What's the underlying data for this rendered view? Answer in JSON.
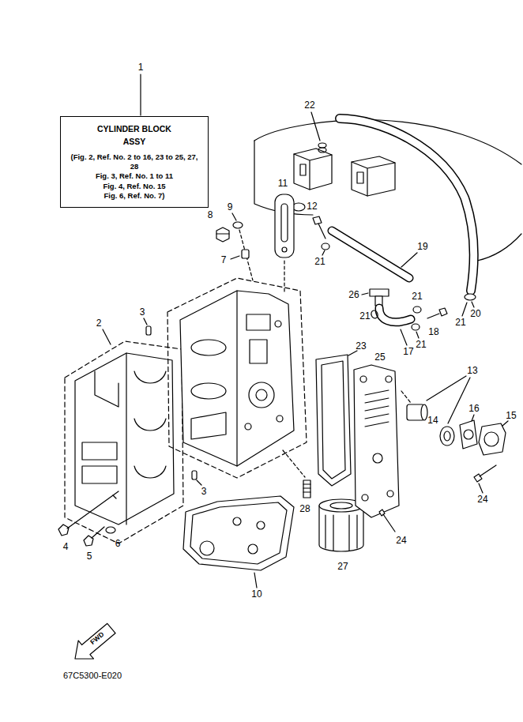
{
  "diagram": {
    "nodes": [
      {
        "text": [
          "CYLINDER BLOCK ASSY",
          "(Fig. 2, Ref. No. 2 to 16, 23 to 25, 27, 28",
          "Fig. 3, Ref. No. 1 to 11",
          "Fig. 4, Ref. No. 15",
          "Fig. 6, Ref. No. 7)"
        ]
      }
    ],
    "edges": [],
    "labels": [
      "1",
      "22",
      "11",
      "9",
      "12",
      "8",
      "19",
      "7",
      "21",
      "26",
      "21",
      "20",
      "3",
      "21",
      "2",
      "21",
      "18",
      "21",
      "23",
      "17",
      "25",
      "13",
      "16",
      "15",
      "14",
      "3",
      "24",
      "28",
      "4",
      "6",
      "5",
      "24",
      "27",
      "10",
      "FWD",
      "67C5300-E020"
    ]
  }
}
